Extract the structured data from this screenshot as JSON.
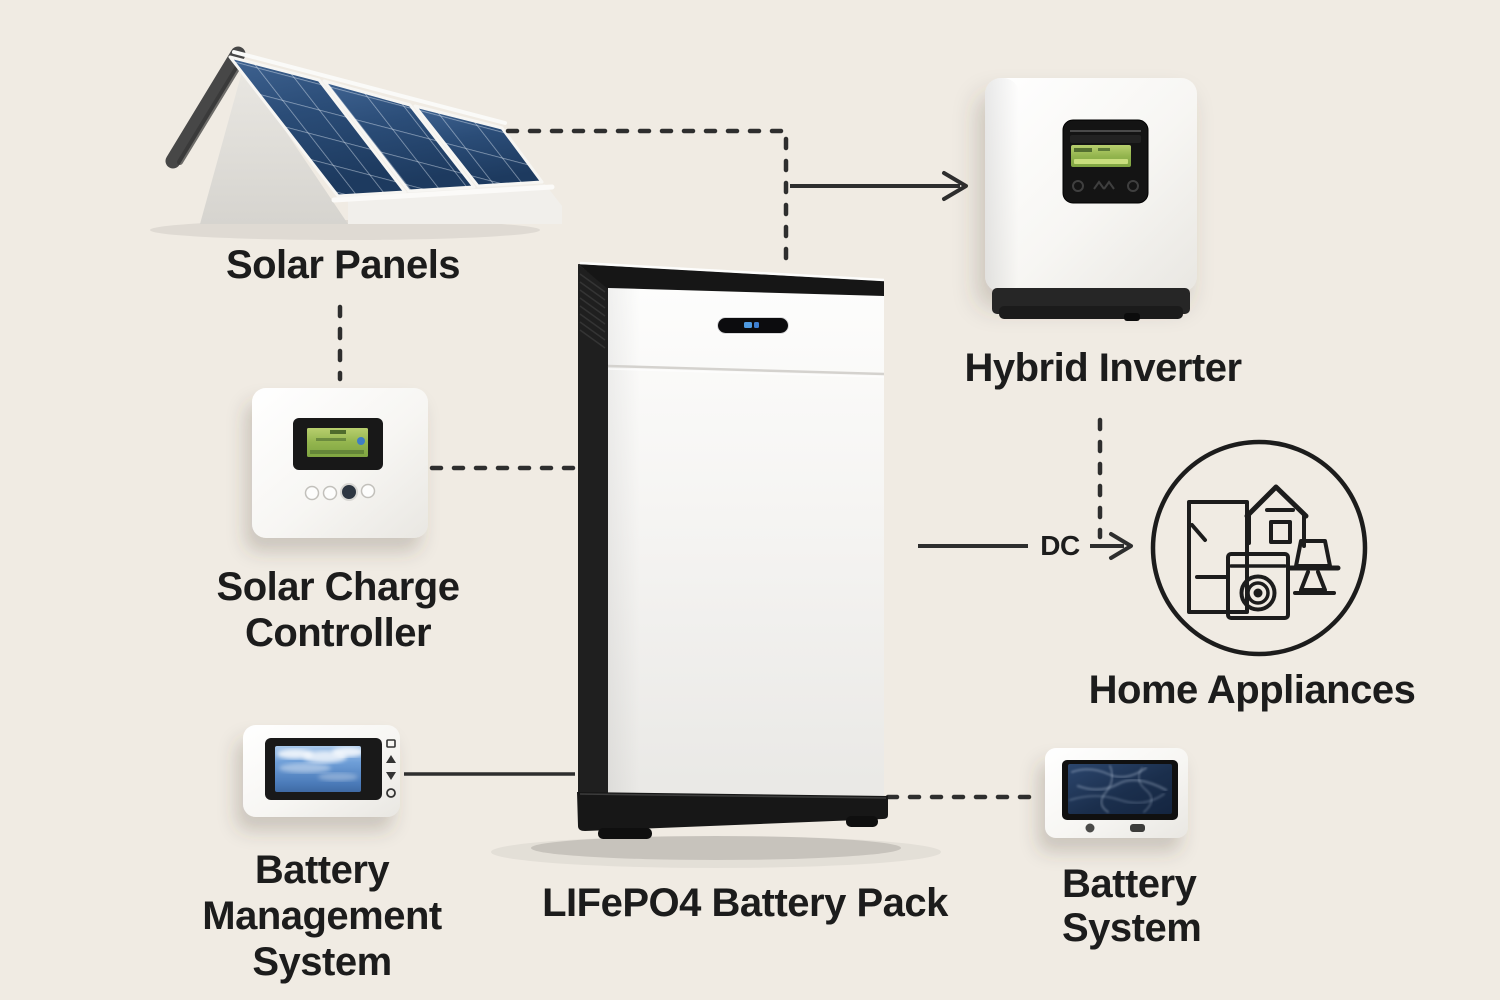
{
  "scene": {
    "background_color": "#f0ebe3",
    "text_color": "#1c1c1c",
    "connector_color": "#2e2e2e"
  },
  "labels": {
    "solar_panels": "Solar Panels",
    "solar_charge_controller": [
      "Solar Charge",
      "Controller"
    ],
    "battery_management_system": [
      "Battery",
      "Management",
      "System"
    ],
    "battery_pack": "LIFePO4 Battery Pack",
    "hybrid_inverter": "Hybrid Inverter",
    "home_appliances": "Home Appliances",
    "battery_system": [
      "Battery",
      "System"
    ],
    "dc": "DC"
  },
  "colors": {
    "solar_panel_blue": "#2b4d78",
    "lcd_green": "#93b54e",
    "screen_sky_blue": "#6f9fd8",
    "screen_navy": "#1b2f4d",
    "led_blue": "#4f9ae0",
    "device_white": "#f7f6f3",
    "dark_trim": "#1a1a1a"
  },
  "icons": {
    "home_appliances_circle": [
      "refrigerator-icon",
      "house-icon",
      "washing-machine-icon",
      "desk-monitor-icon"
    ]
  }
}
